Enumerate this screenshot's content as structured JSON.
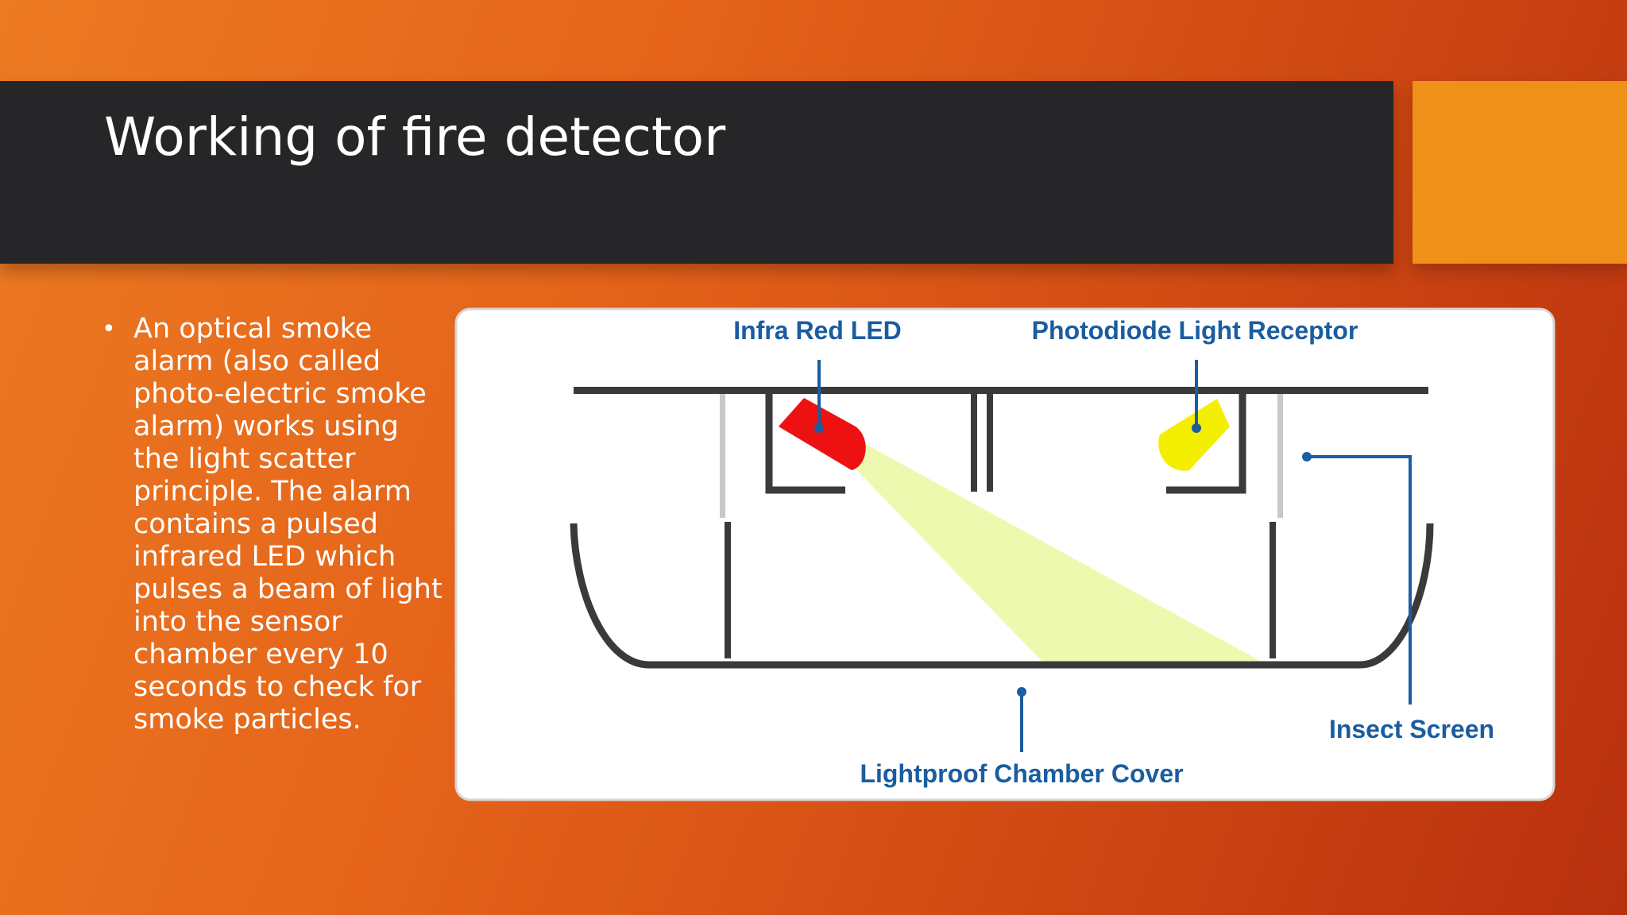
{
  "slide": {
    "title": "Working of fire detector",
    "bullet": "•",
    "paragraph": "An optical smoke\nalarm (also called\nphoto-electric smoke\nalarm) works using\nthe light scatter\nprinciple. The alarm\ncontains a pulsed\ninfrared LED which\npulses a beam of light\ninto the sensor\nchamber every 10\nseconds to check for\nsmoke particles."
  },
  "diagram": {
    "labels": {
      "led": "Infra Red LED",
      "photodiode": "Photodiode Light Receptor",
      "insect_screen": "Insect Screen",
      "chamber_cover": "Lightproof Chamber Cover"
    },
    "colors": {
      "label": "#1a5da0",
      "leader": "#1a5da0",
      "structure": "#3a3a3c",
      "led": "#ee1111",
      "photodiode": "#f4ee00",
      "beam": "#eef9b0",
      "card": "#ffffff",
      "title_band": "#262628",
      "accent": "#ef9019"
    }
  }
}
